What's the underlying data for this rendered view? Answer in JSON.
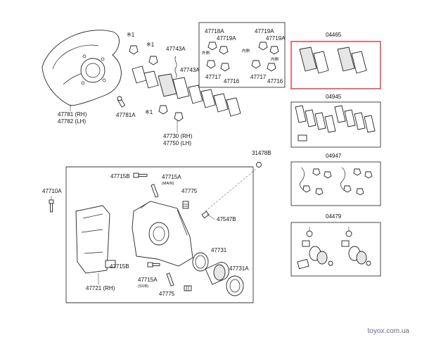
{
  "labels": {
    "p47781": "47781 (RH)",
    "p47782": "47782 (LH)",
    "p47781A": "47781A",
    "mark1a": "※1",
    "mark1b": "※1",
    "mark1c": "※1",
    "p47743A_top": "47743A",
    "p47743A_mid": "47743A",
    "p47730": "47730 (RH)",
    "p47750": "47750 (LH)",
    "p47718A": "47718A",
    "p47719A_l": "47719A",
    "p47719A_r1": "47719A",
    "p47719A_r2": "47719A",
    "outer": "外側",
    "inner1": "内側",
    "inner2": "内側",
    "p47717_l": "47717",
    "p47716_l": "47716",
    "p47717_r": "47717",
    "p47716_r": "47716",
    "p04465": "04465",
    "p04945": "04945",
    "p04947": "04947",
    "p04479": "04479",
    "p31478B": "31478B",
    "p47710A": "47710A",
    "p47715B_top": "47715B",
    "p47715A_main": "47715A",
    "main_tag": "(MAIN)",
    "p47775_top": "47775",
    "p47547B": "47547B",
    "p47721": "47721 (RH)",
    "p47731": "47731",
    "p47731A": "47731A",
    "p47715B_bot": "47715B",
    "p47715A_sub": "47715A",
    "sub_tag": "(SUB)",
    "p47775_bot": "47775"
  },
  "watermark": "toyox.com.ua",
  "colors": {
    "highlight": "#d9262c",
    "line": "#222222",
    "watermark": "#6a6a8a"
  }
}
